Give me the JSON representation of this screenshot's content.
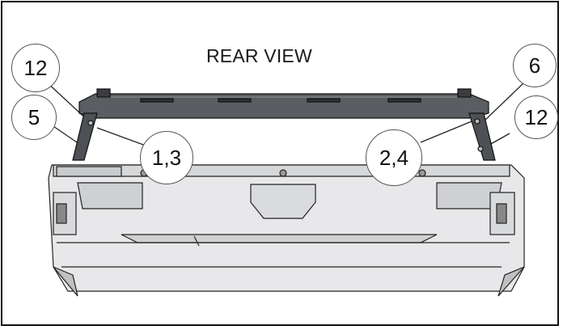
{
  "figure": {
    "title": "REAR VIEW",
    "callouts": [
      "12",
      "5",
      "1,3",
      "2,4",
      "6",
      "12"
    ]
  }
}
